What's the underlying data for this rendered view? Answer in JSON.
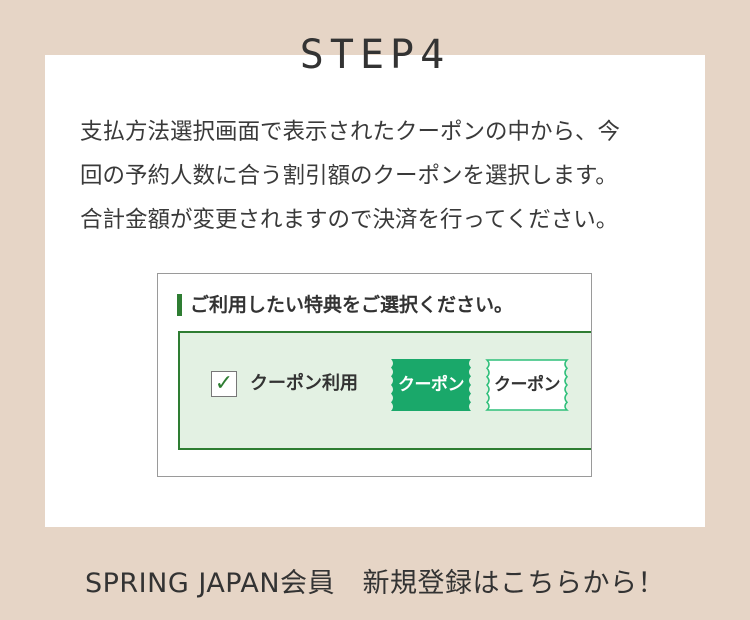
{
  "step": {
    "title": "STEP4"
  },
  "description": {
    "lines": [
      "支払方法選択画面で表示されたクーポンの中から、今",
      "回の予約人数に合う割引額のクーポンを選択します。",
      "合計金額が変更されますので決済を行ってください。"
    ]
  },
  "preview": {
    "heading": "ご利用したい特典をご選択ください。",
    "checkbox_mark": "✓",
    "checkbox_label": "クーポン利用",
    "coupons": [
      {
        "label": "クーポン",
        "state": "selected",
        "color": "#1aa86a"
      },
      {
        "label": "クーポン",
        "state": "unselected",
        "color": "#2fbf7a"
      }
    ],
    "accent_color": "#2e7d32",
    "area_color": "#e3f1e3"
  },
  "footer": {
    "link_text": "SPRING JAPAN会員　新規登録はこちらから！"
  }
}
